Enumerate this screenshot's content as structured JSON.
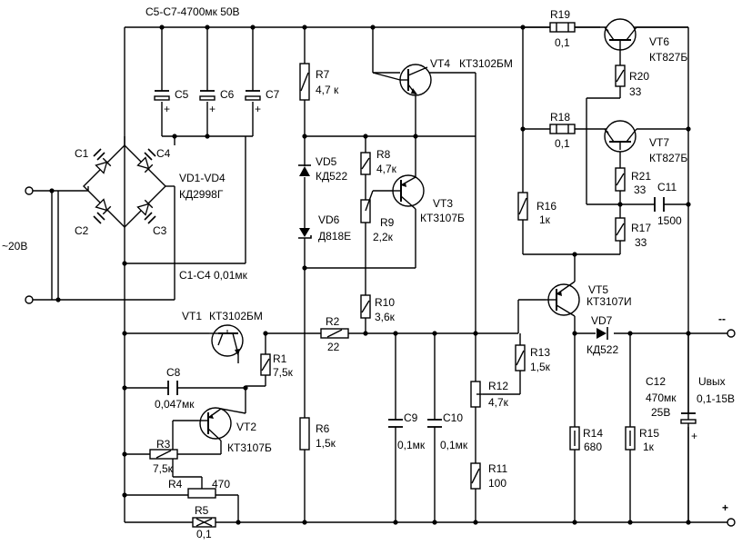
{
  "header": {
    "caps_label": "C5-C7-4700мк 50В"
  },
  "input": {
    "voltage": "~20В"
  },
  "bridge": {
    "diodes": "VD1-VD4",
    "diodes_type": "КД2998Г",
    "caps_note": "C1-C4 0,01мк",
    "c1": "C1",
    "c2": "C2",
    "c3": "C3",
    "c4": "C4"
  },
  "filter_caps": {
    "c5": "C5",
    "c6": "C6",
    "c7": "C7",
    "plus": "+"
  },
  "components": {
    "r7": "R7",
    "r7v": "4,7 к",
    "vd5": "VD5",
    "vd5t": "КД522",
    "vd6": "VD6",
    "vd6t": "Д818Е",
    "r8": "R8",
    "r8v": "4,7к",
    "r9": "R9",
    "r9v": "2,2к",
    "r10": "R10",
    "r10v": "3,6к",
    "r6": "R6",
    "r6v": "1,5к",
    "vt4": "VT4",
    "vt4t": "КТ3102БМ",
    "vt3": "VT3",
    "vt3t": "КТ3107Б",
    "vt1": "VT1",
    "vt1t": "КТ3102БМ",
    "vt2": "VT2",
    "vt2t": "КТ3107Б",
    "r1": "R1",
    "r1v": "7,5к",
    "c8": "C8",
    "c8v": "0,047мк",
    "r3": "R3",
    "r3v": "7,5к",
    "r4": "R4",
    "r4v": "470",
    "r5": "R5",
    "r5v": "0,1",
    "r2": "R2",
    "r2v": "22",
    "c9": "C9",
    "c9v": "0,1мк",
    "c10": "C10",
    "c10v": "0,1мк",
    "r12": "R12",
    "r12v": "4,7к",
    "r11": "R11",
    "r11v": "100",
    "r13": "R13",
    "r13v": "1,5к",
    "r19": "R19",
    "r19v": "0,1",
    "r18": "R18",
    "r18v": "0,1",
    "vt6": "VT6",
    "vt6t": "КТ827Б",
    "vt7": "VT7",
    "vt7t": "КТ827Б",
    "r20": "R20",
    "r20v": "33",
    "r21": "R21",
    "r21v": "33",
    "c11": "C11",
    "c11v": "1500",
    "r16": "R16",
    "r16v": "1к",
    "r17": "R17",
    "r17v": "33",
    "vt5": "VT5",
    "vt5t": "КТ3107И",
    "vd7": "VD7",
    "vd7t": "КД522",
    "r14": "R14",
    "r14v": "680",
    "r15": "R15",
    "r15v": "1к",
    "c12": "C12",
    "c12v": "470мк",
    "c12u": "25В"
  },
  "output": {
    "label": "Uвых",
    "range": "0,1-15В",
    "minus": "--",
    "plus": "+"
  }
}
